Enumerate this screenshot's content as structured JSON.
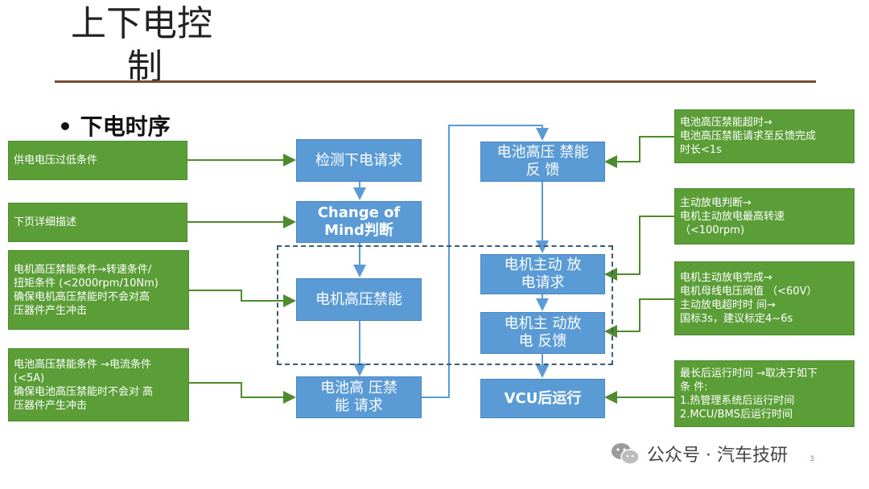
{
  "slide": {
    "title_line1": "上下电控",
    "title_line2": "制",
    "bullet": "• 下电时序"
  },
  "left_conditions": [
    {
      "id": "supply-low",
      "text": "供电电压过低条件"
    },
    {
      "id": "next-page",
      "text": "下页详细描述"
    },
    {
      "id": "motor-hv-disable-cond",
      "text": "电机高压禁能条件→转速条件/\n扭矩条件 (<2000rpm/10Nm)\n确保电机高压禁能时不会对高\n压器件产生冲击"
    },
    {
      "id": "battery-hv-disable-cond",
      "text": "电池高压禁能条件 →电流条件\n(<5A)\n确保电池高压禁能时不会对 高\n压器件产生冲击"
    }
  ],
  "right_notes": [
    {
      "id": "battery-timeout",
      "text": "电池高压禁能超时→\n电池高压禁能请求至反馈完成\n时长<1s"
    },
    {
      "id": "active-discharge-judge",
      "text": "主动放电判断→\n电机主动放电最高转速\n （<100rpm)"
    },
    {
      "id": "active-discharge-done",
      "text": "电机主动放电完成→\n电机母线电压阀值 （<60V）\n主动放电超时时 间→\n国标3s，建议标定4~6s"
    },
    {
      "id": "max-after-run",
      "text": "最长后运行时间 →取决于如下\n条 件:\n1.热管理系统后运行时间\n2.MCU/BMS后运行时间"
    }
  ],
  "flow_left": [
    {
      "id": "detect-request",
      "text": "检测下电请求",
      "bold": false
    },
    {
      "id": "change-of-mind",
      "text": "Change of\nMind判断",
      "bold": true
    },
    {
      "id": "motor-hv-disable",
      "text": "电机高压禁能",
      "bold": false
    },
    {
      "id": "battery-hv-request",
      "text": "电池高 压禁\n能 请求",
      "bold": false
    }
  ],
  "flow_right": [
    {
      "id": "battery-hv-feedback",
      "text": "电池高压 禁能\n反 馈",
      "bold": false
    },
    {
      "id": "motor-discharge-request",
      "text": "电机主动 放\n电请求",
      "bold": false
    },
    {
      "id": "motor-discharge-feedback",
      "text": "电机主 动放\n电 反馈",
      "bold": false
    },
    {
      "id": "vcu-after-run",
      "text": "VCU后运行",
      "bold": true
    }
  ],
  "watermark": "公众号 · 汽车技研",
  "page_number": "3",
  "colors": {
    "green_box": "#5b9e38",
    "blue_box": "#5b9bd5",
    "connector_green": "#4e8a2e",
    "connector_blue": "#5b9bd5",
    "dashed_frame": "#3a5a78",
    "title_rule": "#7b4a33"
  }
}
